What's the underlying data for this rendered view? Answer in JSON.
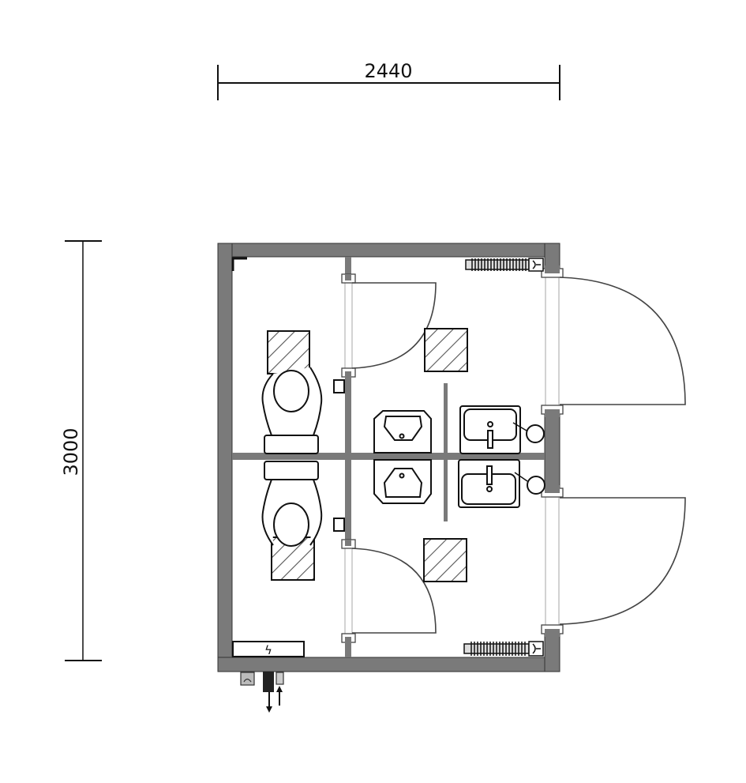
{
  "diagram": {
    "type": "floor-plan",
    "subject": "Modular double toilet cabin",
    "dimensions": {
      "width_label": "2440",
      "height_label": "3000",
      "units": "mm"
    },
    "colors": {
      "wall": "#7a7a7a",
      "outline": "#111111",
      "glass": "#c4c4c4",
      "door_swing": "#444444"
    },
    "rooms": [
      {
        "name": "upper-toilet-cubicle",
        "fixtures": [
          "toilet",
          "floor-drain-hatch",
          "toilet-paper-holder"
        ]
      },
      {
        "name": "upper-washroom",
        "fixtures": [
          "urinal-bowl",
          "washbasin",
          "floor-drain-hatch",
          "radiator"
        ]
      },
      {
        "name": "lower-toilet-cubicle",
        "fixtures": [
          "toilet",
          "floor-drain-hatch",
          "toilet-paper-holder",
          "electrical-panel"
        ]
      },
      {
        "name": "lower-washroom",
        "fixtures": [
          "urinal-bowl",
          "washbasin",
          "floor-drain-hatch",
          "radiator"
        ]
      }
    ],
    "symbols": {
      "electrical_panel": "ϟ",
      "outlet_arrow": "↓",
      "inlet_arrow": "↑"
    }
  }
}
